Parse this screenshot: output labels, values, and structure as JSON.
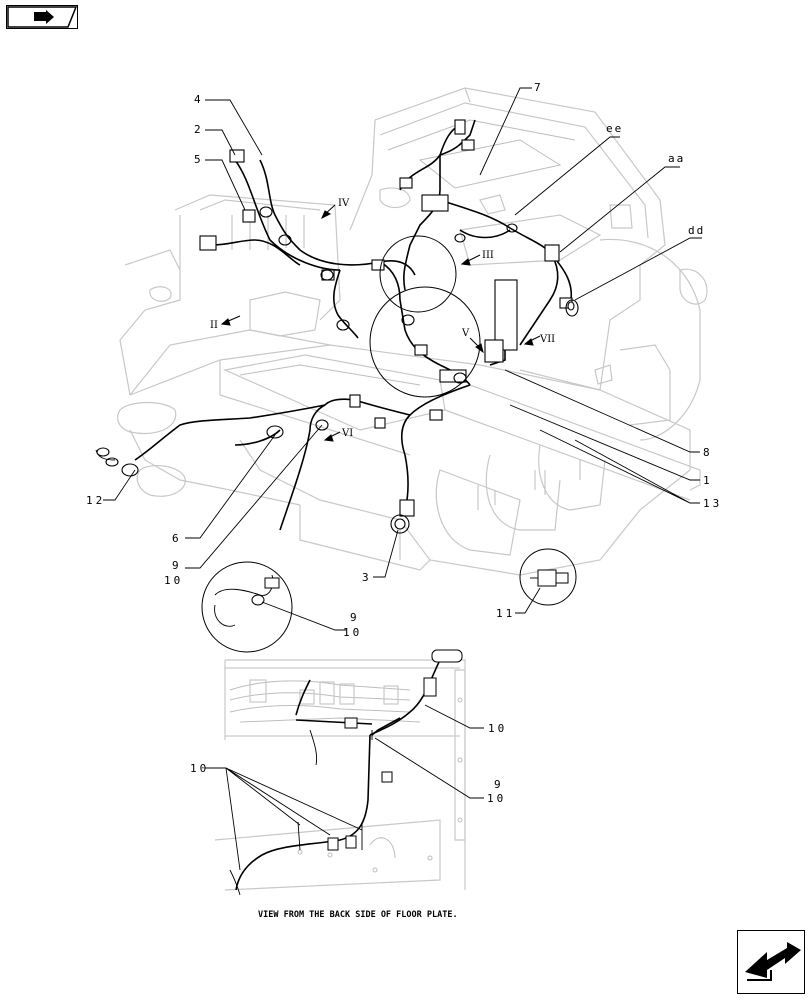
{
  "navigation": {
    "prev_icon": "back-arrow-icon",
    "next_icon": "forward-arrow-icon"
  },
  "callouts": {
    "c1": "1",
    "c2": "2",
    "c3": "3",
    "c4": "4",
    "c5": "5",
    "c6": "6",
    "c7": "7",
    "c8": "8",
    "c9a": "9",
    "c9b": "9",
    "c9c": "9",
    "c10a": "10",
    "c10b": "10",
    "c10c": "10",
    "c10d": "10",
    "c10e": "10",
    "c11": "11",
    "c12": "12",
    "c13": "13",
    "ee": "ee",
    "aa": "aa",
    "dd": "dd"
  },
  "view_markers": {
    "v2": "II",
    "v3": "III",
    "v4": "IV",
    "v5": "V",
    "v6": "VI",
    "v7": "VII"
  },
  "detail_caption": "VIEW FROM THE BACK SIDE OF FLOOR PLATE."
}
